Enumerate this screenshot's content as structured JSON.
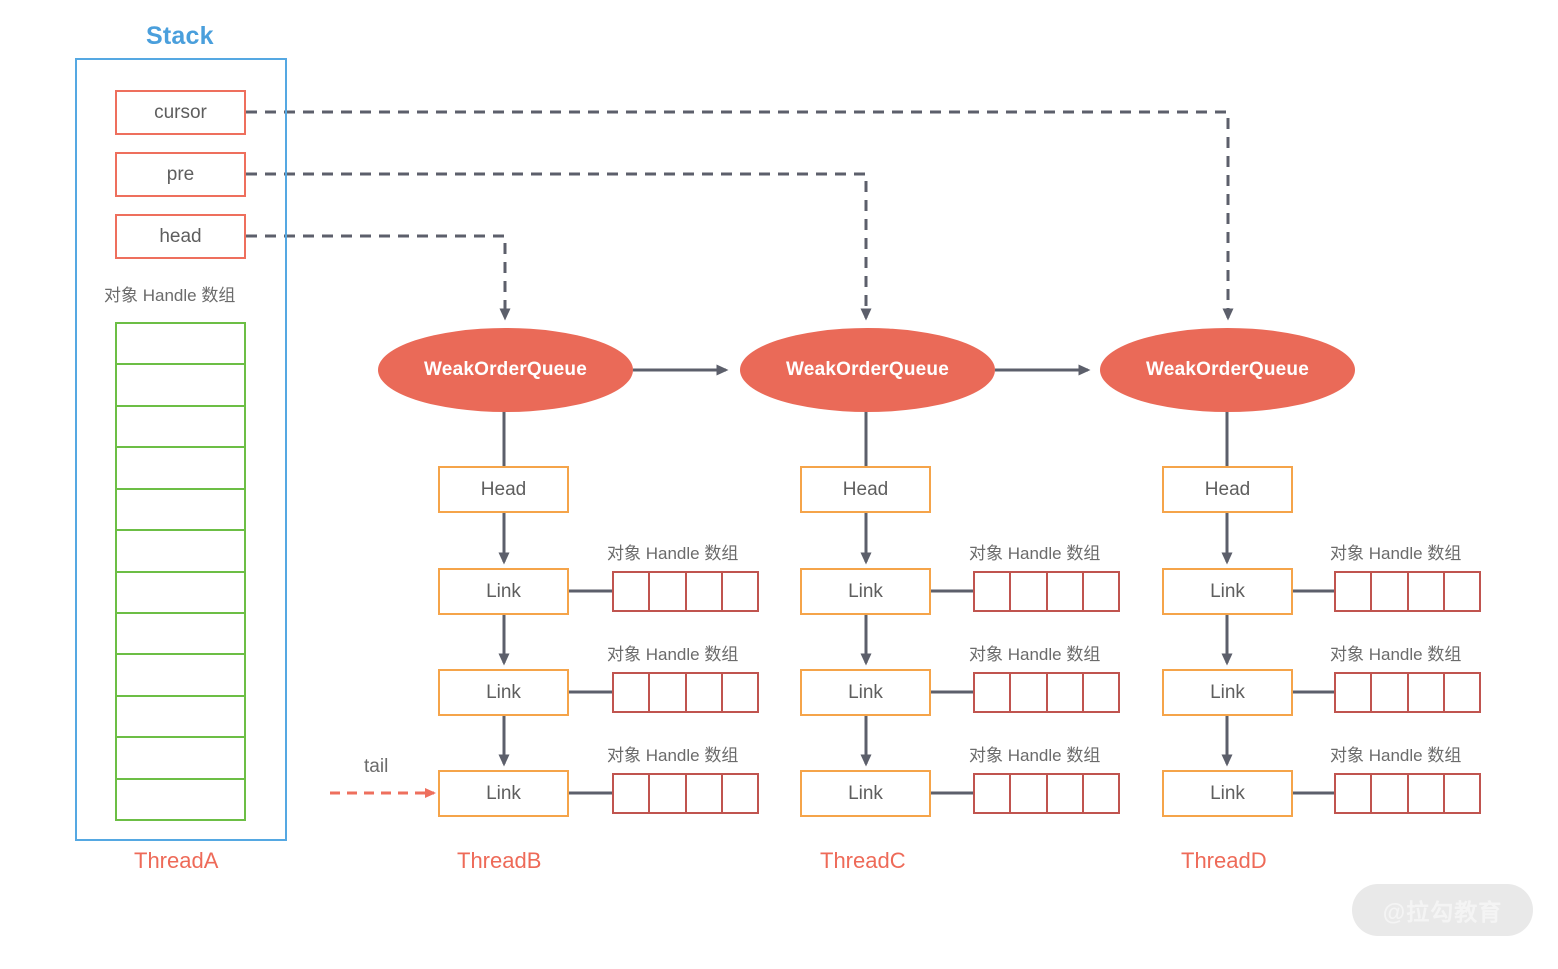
{
  "diagram": {
    "title": "Netty Recycler Stack / WeakOrderQueue structure",
    "colors": {
      "stack_border": "#55a8e2",
      "stack_title": "#4a9fdc",
      "pointer_box_border": "#ee6f5d",
      "array_green": "#6cbe45",
      "queue_fill": "#ea6a58",
      "node_border": "#f5a44a",
      "handle_cell_border": "#c0544f",
      "connector": "#5c5f6b",
      "thread_label": "#ee6a58",
      "text": "#5e5e5e"
    }
  },
  "stack": {
    "title": "Stack",
    "pointers": [
      {
        "label": "cursor",
        "target": "WeakOrderQueue-D"
      },
      {
        "label": "pre",
        "target": "WeakOrderQueue-C"
      },
      {
        "label": "head",
        "target": "WeakOrderQueue-B"
      }
    ],
    "array_label": "对象 Handle 数组",
    "array_cell_count": 12,
    "thread_label": "ThreadA"
  },
  "queues": [
    {
      "id": "WeakOrderQueue-B",
      "queue_label": "WeakOrderQueue",
      "head_label": "Head",
      "thread_label": "ThreadB",
      "tail_label": "tail",
      "has_tail_pointer": true,
      "links": [
        {
          "label": "Link",
          "handle_label": "对象 Handle 数组",
          "handle_cells": 4
        },
        {
          "label": "Link",
          "handle_label": "对象 Handle 数组",
          "handle_cells": 4
        },
        {
          "label": "Link",
          "handle_label": "对象 Handle 数组",
          "handle_cells": 4
        }
      ]
    },
    {
      "id": "WeakOrderQueue-C",
      "queue_label": "WeakOrderQueue",
      "head_label": "Head",
      "thread_label": "ThreadC",
      "tail_label": "",
      "has_tail_pointer": false,
      "links": [
        {
          "label": "Link",
          "handle_label": "对象 Handle 数组",
          "handle_cells": 4
        },
        {
          "label": "Link",
          "handle_label": "对象 Handle 数组",
          "handle_cells": 4
        },
        {
          "label": "Link",
          "handle_label": "对象 Handle 数组",
          "handle_cells": 4
        }
      ]
    },
    {
      "id": "WeakOrderQueue-D",
      "queue_label": "WeakOrderQueue",
      "head_label": "Head",
      "thread_label": "ThreadD",
      "tail_label": "",
      "has_tail_pointer": false,
      "links": [
        {
          "label": "Link",
          "handle_label": "对象 Handle 数组",
          "handle_cells": 4
        },
        {
          "label": "Link",
          "handle_label": "对象 Handle 数组",
          "handle_cells": 4
        },
        {
          "label": "Link",
          "handle_label": "对象 Handle 数组",
          "handle_cells": 4
        }
      ]
    }
  ],
  "watermark": {
    "text": "@拉勾教育"
  }
}
